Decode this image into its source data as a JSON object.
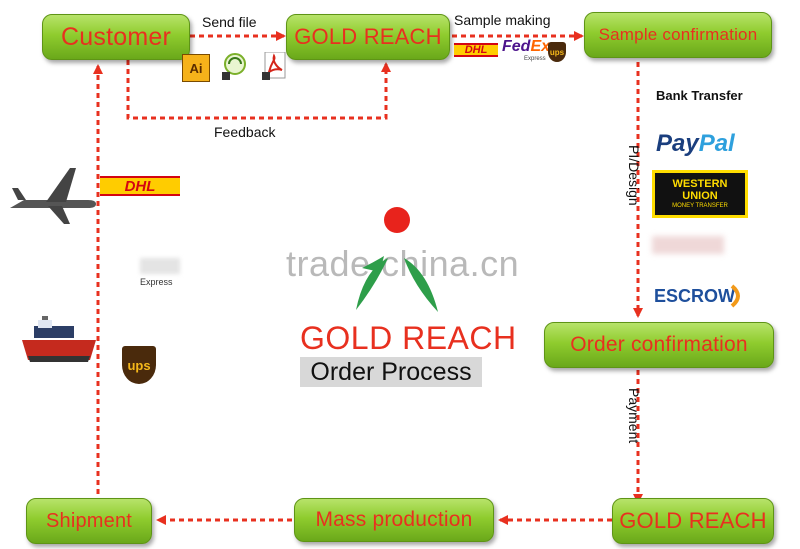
{
  "nodes": {
    "customer": "Customer",
    "gold_reach_top": "GOLD REACH",
    "sample_confirmation": "Sample confirmation",
    "order_confirmation": "Order confirmation",
    "gold_reach_bottom": "GOLD REACH",
    "mass_production": "Mass production",
    "shipment": "Shipment"
  },
  "edges": {
    "send_file": "Send file",
    "sample_making": "Sample making",
    "feedback": "Feedback",
    "pi_design": "PI/Design",
    "payment": "Payment"
  },
  "courier_logos": {
    "dhl": "DHL",
    "fedex_fed": "Fed",
    "fedex_ex": "Ex.",
    "fedex_sub": "Express",
    "ups": "ups",
    "express_text": "Express"
  },
  "file_icons": {
    "ai": "Ai"
  },
  "payment_methods": {
    "bank_transfer": "Bank Transfer",
    "paypal_pay": "Pay",
    "paypal_pal": "Pal",
    "western_union_1": "WESTERN",
    "western_union_2": "UNION",
    "western_union_3": "MONEY TRANSFER",
    "escrow": "ESCROW"
  },
  "center": {
    "watermark": "trade.china.cn",
    "title": "GOLD REACH",
    "subtitle": "Order Process"
  },
  "colors": {
    "box_text": "#e8301f",
    "arrow": "#e8301f",
    "box_green": "#8fcc2e"
  }
}
